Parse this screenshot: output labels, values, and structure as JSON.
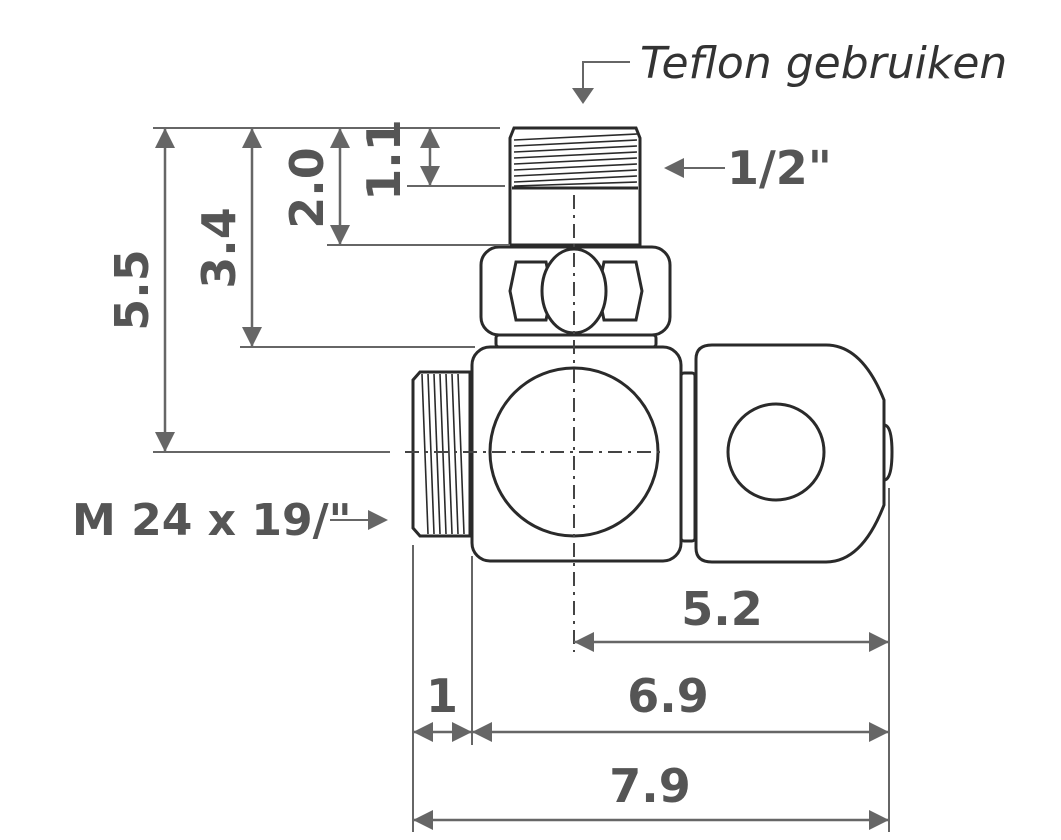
{
  "labels": {
    "teflon": "Teflon gebruiken",
    "thread_top": "1/2\"",
    "thread_side": "M 24 x 19/\"",
    "dim_1_1": "1.1",
    "dim_2_0": "2.0",
    "dim_3_4": "3.4",
    "dim_5_5": "5.5",
    "dim_5_2": "5.2",
    "dim_6_9": "6.9",
    "dim_1": "1",
    "dim_7_9": "7.9"
  },
  "colors": {
    "outline": "#2a2a2a",
    "dimension": "#666666",
    "label": "#555555"
  }
}
